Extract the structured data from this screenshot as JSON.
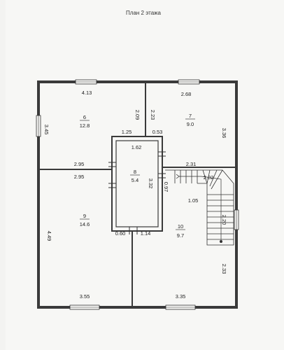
{
  "plan": {
    "title": "План 2 этажа",
    "rooms": [
      {
        "number": "6",
        "area": "12.8"
      },
      {
        "number": "7",
        "area": "9.0"
      },
      {
        "number": "8",
        "area": "5.4"
      },
      {
        "number": "9",
        "area": "14.6"
      },
      {
        "number": "10",
        "area": "9.7"
      }
    ],
    "dimensions": {
      "d413": "4.13",
      "d268": "2.68",
      "d345": "3.45",
      "d209": "2.09",
      "d223": "2.23",
      "d336": "3.36",
      "d125": "1.25",
      "d053": "0.53",
      "d162": "1.62",
      "d295a": "2.95",
      "d295b": "2.95",
      "d231": "2.31",
      "d332": "3.32",
      "d097": "0.97",
      "d202": "2.02",
      "d105": "1.05",
      "d220": "2.20",
      "d449": "4.49",
      "d060": "0.60",
      "d114": "1.14",
      "d233": "2.33",
      "d355": "3.55",
      "d335": "3.35"
    }
  }
}
